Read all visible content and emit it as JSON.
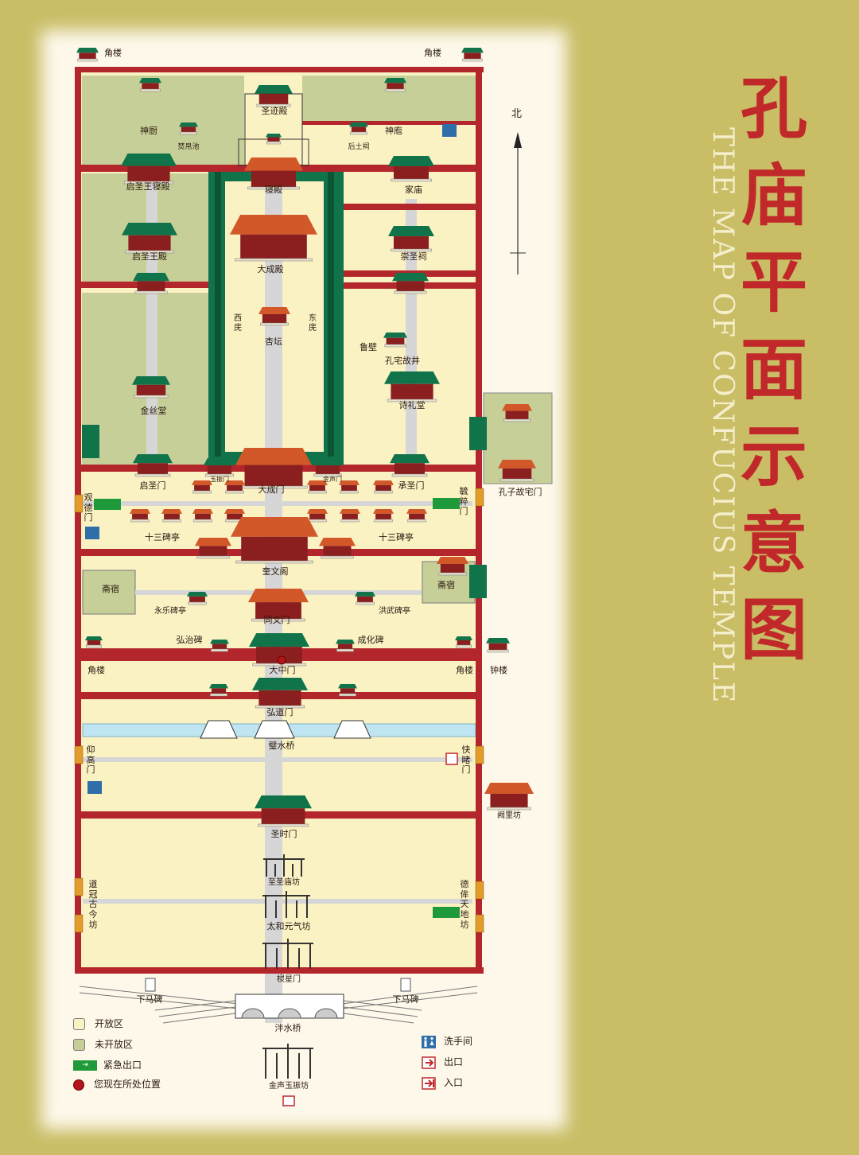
{
  "title": {
    "chinese_chars": [
      "孔",
      "庙",
      "平",
      "面",
      "示",
      "意",
      "图"
    ],
    "english": "THE MAP OF CONFUCIUS TEMPLE"
  },
  "compass": {
    "north_label": "北"
  },
  "labels": {
    "corner_tower": "角楼",
    "shenchu": "神厨",
    "fenbochi": "焚帛池",
    "shengjidian": "圣迹殿",
    "shenpao": "神庖",
    "houtuci": "后土祠",
    "qishengwangqindian": "启圣王寝殿",
    "qindian": "寝殿",
    "jiamiao": "家庙",
    "qishengwangdian": "启圣王殿",
    "dachengdian": "大成殿",
    "chongshengci": "崇圣祠",
    "xiwu": "西庑",
    "dongwu": "东庑",
    "xingtan": "杏坛",
    "lubi": "鲁壁",
    "kongzhaiguj": "孔宅故井",
    "jinsitang": "金丝堂",
    "shilitang": "诗礼堂",
    "qishengmen": "启圣门",
    "yuzhenmen": "玉振门",
    "dachengmen": "大成门",
    "jinshengmen": "金声门",
    "chengshengmen": "承圣门",
    "guandemen": "观德门",
    "yucuimen": "毓粹门",
    "kongzi_guzhaimen": "孔子故宅门",
    "shisan_beiting": "十三碑亭",
    "kuiwenge": "奎文阁",
    "zhaisu": "斋宿",
    "yongle_beiting": "永乐碑亭",
    "tongwenmen": "同文门",
    "hongwu_beiting": "洪武碑亭",
    "hongzhi_bei": "弘治碑",
    "chenghua_bei": "成化碑",
    "dazhongmen": "大中门",
    "zhonglou": "钟楼",
    "hongdaomen": "弘道门",
    "bishuiqiao": "璧水桥",
    "yanggaomen": "仰高门",
    "kuaidumen": "快睹门",
    "queli_fang": "阙里坊",
    "shengshimen": "圣时门",
    "zhishengmiao_fang": "至圣庙坊",
    "daoguangujin_fang": "道冠古今坊",
    "deaotiandi_fang": "德侔天地坊",
    "taiheyuanqi_fang": "太和元气坊",
    "lingxingmen": "棂星门",
    "xiamabei": "下马碑",
    "panshuiqiao": "泮水桥",
    "jinshengyuzhen_fang": "金声玉振坊"
  },
  "legend": {
    "open_area": "开放区",
    "closed_area": "未开放区",
    "emergency_exit": "紧急出口",
    "you_are_here": "您现在所处位置",
    "restroom": "洗手间",
    "exit": "出口",
    "entrance": "入口"
  },
  "colors": {
    "background": "#c9bd66",
    "paper": "#fdf8ea",
    "open_area": "#fbf2c4",
    "closed_area": "#c7cf98",
    "wall": "#b3262b",
    "roof": "#11734a",
    "red_roof": "#d2582a",
    "title_red": "#c0282a",
    "exit_green": "#1f9a3a",
    "you_are_here": "#b4141c",
    "water": "#bfe4f2"
  }
}
